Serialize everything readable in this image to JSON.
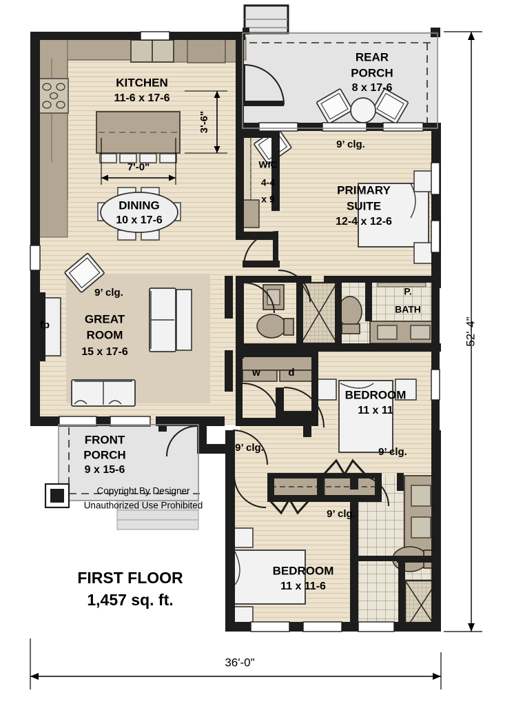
{
  "plan": {
    "title": "FIRST FLOOR",
    "area": "1,457 sq. ft.",
    "copyright_line1": "Copyright By Designer",
    "copyright_line2": "Unauthorized Use Prohibited",
    "overall_width": "36'-0\"",
    "overall_height": "52'-4\""
  },
  "colors": {
    "wall": "#1d1d1d",
    "floor_wood": "#ece2cd",
    "floor_wood_line": "#d8cbb0",
    "carpet": "#d9cfba",
    "counter": "#b3a793",
    "porch": "#e3e3e3",
    "tile": "#ebe5d7",
    "tile_line": "#8e8677",
    "fixture_fill": "#eeeeee",
    "fixture_stroke": "#333333",
    "background": "#ffffff"
  },
  "rooms": [
    {
      "id": "kitchen",
      "name": "KITCHEN",
      "dims": "11-6 x 17-6"
    },
    {
      "id": "dining",
      "name": "DINING",
      "dims": "10 x 17-6"
    },
    {
      "id": "great-room",
      "name": "GREAT",
      "name2": "ROOM",
      "dims": "15 x 17-6"
    },
    {
      "id": "rear-porch",
      "name": "REAR",
      "name2": "PORCH",
      "dims": "8 x 17-6"
    },
    {
      "id": "front-porch",
      "name": "FRONT",
      "name2": "PORCH",
      "dims": "9 x 15-6"
    },
    {
      "id": "primary-suite",
      "name": "PRIMARY",
      "name2": "SUITE",
      "dims": "12-4 x 12-6"
    },
    {
      "id": "wic",
      "name": "WIC",
      "dims": "4-4",
      "dims2": "x 9"
    },
    {
      "id": "p-bath",
      "name": "P.",
      "name2": "BATH",
      "dims": ""
    },
    {
      "id": "bedroom-2",
      "name": "BEDROOM",
      "dims": "11 x 11"
    },
    {
      "id": "bedroom-3",
      "name": "BEDROOM",
      "dims": "11 x 11-6"
    }
  ],
  "ceiling_notes": [
    {
      "id": "clg-primary",
      "text": "9’ clg."
    },
    {
      "id": "clg-great",
      "text": "9’ clg."
    },
    {
      "id": "clg-hall-1",
      "text": "9’ clg."
    },
    {
      "id": "clg-hall-2",
      "text": "9’ clg."
    },
    {
      "id": "clg-hall-3",
      "text": "9’ clg."
    }
  ],
  "interior_dims": [
    {
      "id": "island-width",
      "text": "7'-0\""
    },
    {
      "id": "island-depth",
      "text": "3'-6\""
    }
  ],
  "appliances": [
    {
      "id": "washer",
      "label": "w"
    },
    {
      "id": "dryer",
      "label": "d"
    },
    {
      "id": "fireplace",
      "label": "fp"
    }
  ]
}
